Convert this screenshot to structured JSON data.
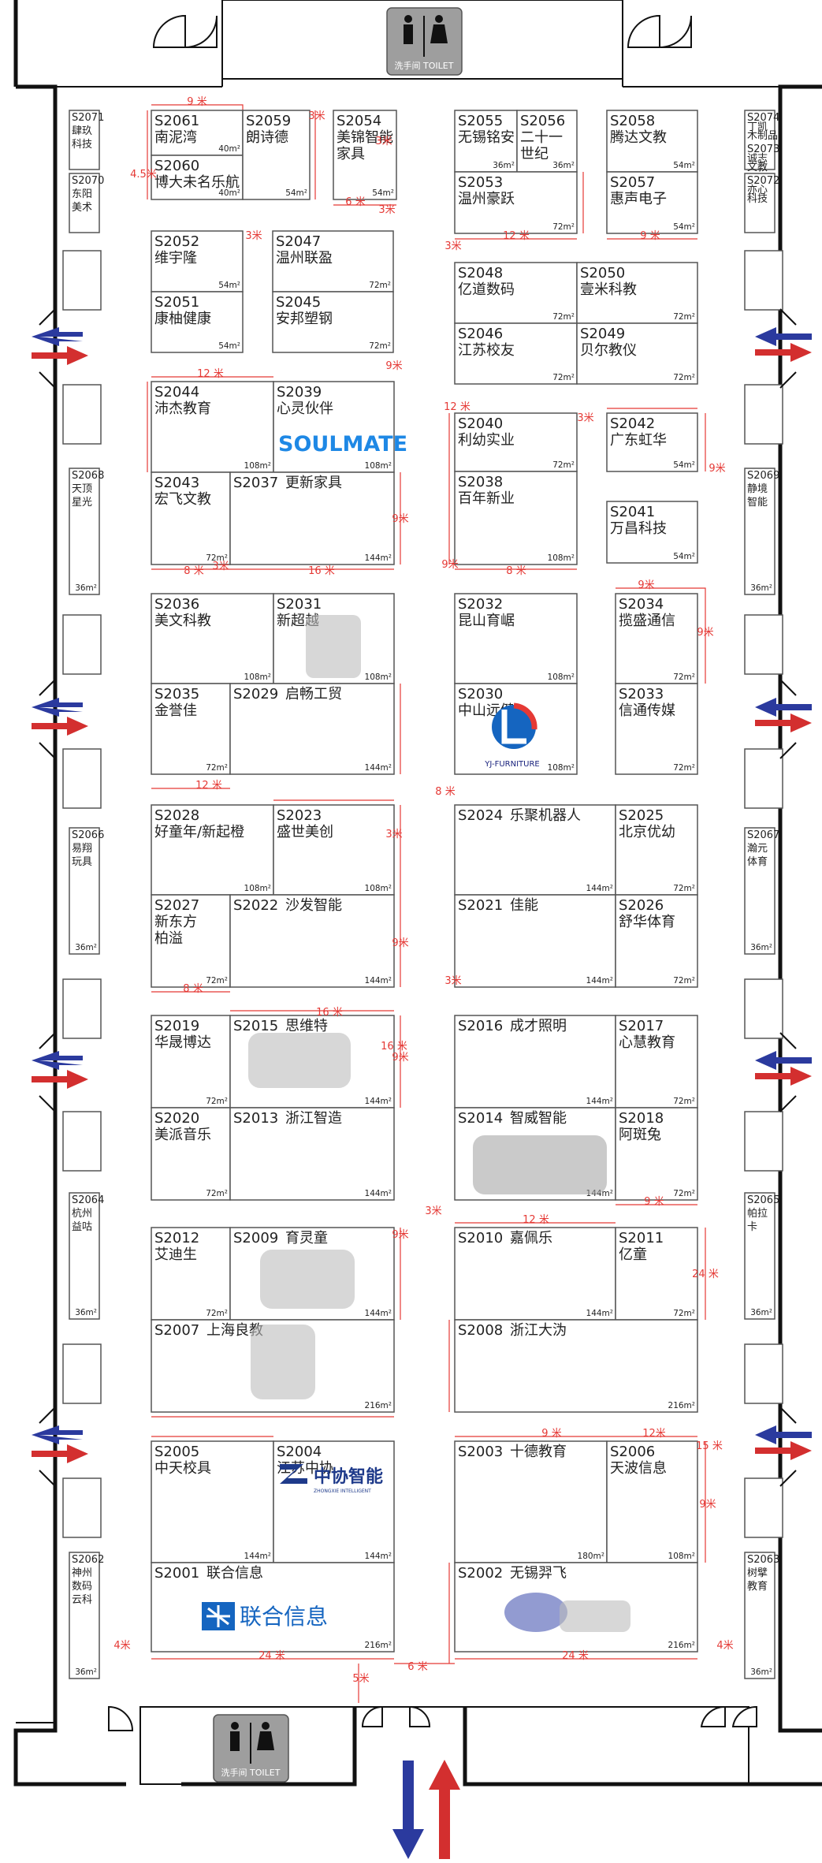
{
  "toilets": {
    "label": "洗手间 TOILET"
  },
  "booths": [
    {
      "code": "S2061",
      "name": "南泥湾",
      "area": "40m²"
    },
    {
      "code": "S2060",
      "name": "博大未名乐航",
      "area": "40m²"
    },
    {
      "code": "S2059",
      "name": "朗诗德",
      "area": "54m²"
    },
    {
      "code": "S2054",
      "name": "美锦智能\n家具",
      "area": "54m²"
    },
    {
      "code": "S2055",
      "name": "无锡铭安",
      "area": "36m²"
    },
    {
      "code": "S2056",
      "name": "二十一\n世纪",
      "area": "36m²"
    },
    {
      "code": "S2058",
      "name": "腾达文教",
      "area": "54m²"
    },
    {
      "code": "S2053",
      "name": "温州豪跃",
      "area": "72m²"
    },
    {
      "code": "S2057",
      "name": "惠声电子",
      "area": "54m²"
    },
    {
      "code": "S2052",
      "name": "维宇隆",
      "area": "54m²"
    },
    {
      "code": "S2047",
      "name": "温州联盈",
      "area": "72m²"
    },
    {
      "code": "S2051",
      "name": "康柚健康",
      "area": "54m²"
    },
    {
      "code": "S2045",
      "name": "安邦塑钢",
      "area": "72m²"
    },
    {
      "code": "S2048",
      "name": "亿道数码",
      "area": "72m²"
    },
    {
      "code": "S2050",
      "name": "壹米科教",
      "area": "72m²"
    },
    {
      "code": "S2046",
      "name": "江苏校友",
      "area": "72m²"
    },
    {
      "code": "S2049",
      "name": "贝尔教仪",
      "area": "72m²"
    },
    {
      "code": "S2044",
      "name": "沛杰教育",
      "area": "108m²"
    },
    {
      "code": "S2039",
      "name": "心灵伙伴",
      "area": "108m²"
    },
    {
      "code": "S2043",
      "name": "宏飞文教",
      "area": "72m²"
    },
    {
      "code": "S2037",
      "name": "更新家具",
      "area": "144m²"
    },
    {
      "code": "S2040",
      "name": "利幼实业",
      "area": "72m²"
    },
    {
      "code": "S2038",
      "name": "百年新业",
      "area": "108m²"
    },
    {
      "code": "S2042",
      "name": "广东虹华",
      "area": "54m²"
    },
    {
      "code": "S2041",
      "name": "万昌科技",
      "area": "54m²"
    },
    {
      "code": "S2036",
      "name": "美文科教",
      "area": "108m²"
    },
    {
      "code": "S2031",
      "name": "新超越",
      "area": "108m²"
    },
    {
      "code": "S2035",
      "name": "金誉佳",
      "area": "72m²"
    },
    {
      "code": "S2029",
      "name": "启畅工贸",
      "area": "144m²"
    },
    {
      "code": "S2032",
      "name": "昆山育崌",
      "area": "108m²"
    },
    {
      "code": "S2030",
      "name": "中山远健",
      "area": "108m²"
    },
    {
      "code": "S2034",
      "name": "揽盛通信",
      "area": "72m²"
    },
    {
      "code": "S2033",
      "name": "信通传媒",
      "area": "72m²"
    },
    {
      "code": "S2028",
      "name": "好童年/新起橙",
      "area": "108m²"
    },
    {
      "code": "S2023",
      "name": "盛世美创",
      "area": "108m²"
    },
    {
      "code": "S2027",
      "name": "新东方\n柏溢",
      "area": "72m²"
    },
    {
      "code": "S2022",
      "name": "沙发智能",
      "area": "144m²"
    },
    {
      "code": "S2024",
      "name": "乐聚机器人",
      "area": "144m²"
    },
    {
      "code": "S2025",
      "name": "北京优幼",
      "area": "72m²"
    },
    {
      "code": "S2021",
      "name": "佳能",
      "area": "144m²"
    },
    {
      "code": "S2026",
      "name": "舒华体育",
      "area": "72m²"
    },
    {
      "code": "S2019",
      "name": "华晟博达",
      "area": "72m²"
    },
    {
      "code": "S2015",
      "name": "思维特",
      "area": "144m²"
    },
    {
      "code": "S2020",
      "name": "美派音乐",
      "area": "72m²"
    },
    {
      "code": "S2013",
      "name": "浙江智造",
      "area": "144m²"
    },
    {
      "code": "S2016",
      "name": "成才照明",
      "area": "144m²"
    },
    {
      "code": "S2017",
      "name": "心慧教育",
      "area": "72m²"
    },
    {
      "code": "S2014",
      "name": "智威智能",
      "area": "144m²"
    },
    {
      "code": "S2018",
      "name": "阿斑兔",
      "area": "72m²"
    },
    {
      "code": "S2012",
      "name": "艾迪生",
      "area": "72m²"
    },
    {
      "code": "S2009",
      "name": "育灵童",
      "area": "144m²"
    },
    {
      "code": "S2007",
      "name": "上海良教",
      "area": "216m²"
    },
    {
      "code": "S2010",
      "name": "嘉佩乐",
      "area": "144m²"
    },
    {
      "code": "S2011",
      "name": "亿童",
      "area": "72m²"
    },
    {
      "code": "S2008",
      "name": "浙江大沩",
      "area": "216m²"
    },
    {
      "code": "S2005",
      "name": "中天校具",
      "area": "144m²"
    },
    {
      "code": "S2004",
      "name": "江苏中协",
      "area": "144m²"
    },
    {
      "code": "S2003",
      "name": "十德教育",
      "area": "180m²"
    },
    {
      "code": "S2006",
      "name": "天波信息",
      "area": "108m²"
    },
    {
      "code": "S2001",
      "name": "联合信息",
      "area": "216m²"
    },
    {
      "code": "S2002",
      "name": "无锡羿飞",
      "area": "216m²"
    }
  ],
  "side_booths": [
    {
      "code": "S2071",
      "name": "肆玖\n科技",
      "area": ""
    },
    {
      "code": "S2070",
      "name": "东阳\n美术",
      "area": ""
    },
    {
      "code": "S2074",
      "name": "丁凯\n木制品",
      "area": ""
    },
    {
      "code": "S2073",
      "name": "诚志\n文教",
      "area": ""
    },
    {
      "code": "S2072",
      "name": "亦心\n科技",
      "area": ""
    },
    {
      "code": "S2068",
      "name": "天顶\n星光",
      "area": "36m²"
    },
    {
      "code": "S2069",
      "name": "静境\n智能",
      "area": "36m²"
    },
    {
      "code": "S2066",
      "name": "易翔\n玩具",
      "area": "36m²"
    },
    {
      "code": "S2067",
      "name": "瀚元\n体育",
      "area": "36m²"
    },
    {
      "code": "S2064",
      "name": "杭州\n益咕",
      "area": "36m²"
    },
    {
      "code": "S2065",
      "name": "帕拉\n卡",
      "area": "36m²"
    },
    {
      "code": "S2062",
      "name": "神州\n数码\n云科",
      "area": "36m²"
    },
    {
      "code": "S2063",
      "name": "树擘\n教育",
      "area": "36m²"
    }
  ],
  "dimensions": [
    "9 米",
    "3米",
    "4.5米",
    "3米",
    "6 米",
    "3米",
    "12 米",
    "9 米",
    "3米",
    "3米",
    "12 米",
    "9米",
    "3米",
    "9米",
    "8 米",
    "16 米",
    "12 米",
    "3米",
    "9米",
    "8 米",
    "9米",
    "3米",
    "12 米",
    "9米",
    "8 米",
    "16 米",
    "9米",
    "9米",
    "3米",
    "16 米",
    "8 米",
    "9米",
    "9米",
    "12 米",
    "9 米",
    "24 米",
    "3米",
    "15 米",
    "9 米",
    "12米",
    "9米",
    "24 米",
    "24 米",
    "4米",
    "4米",
    "6 米",
    "5米"
  ],
  "logos": {
    "soulmate": "SOULMATE",
    "yj": "YJ-FURNITURE",
    "zhongxie": "中协智能",
    "zhongxie_sub": "ZHONGXIE INTELLIGENT",
    "lianhe": "联合信息"
  },
  "colors": {
    "dimension": "#e53935",
    "arrow_blue": "#2b3a9e",
    "arrow_red": "#d32f2f",
    "booth_border": "#555555",
    "logo_blue": "#1e6fd9"
  }
}
